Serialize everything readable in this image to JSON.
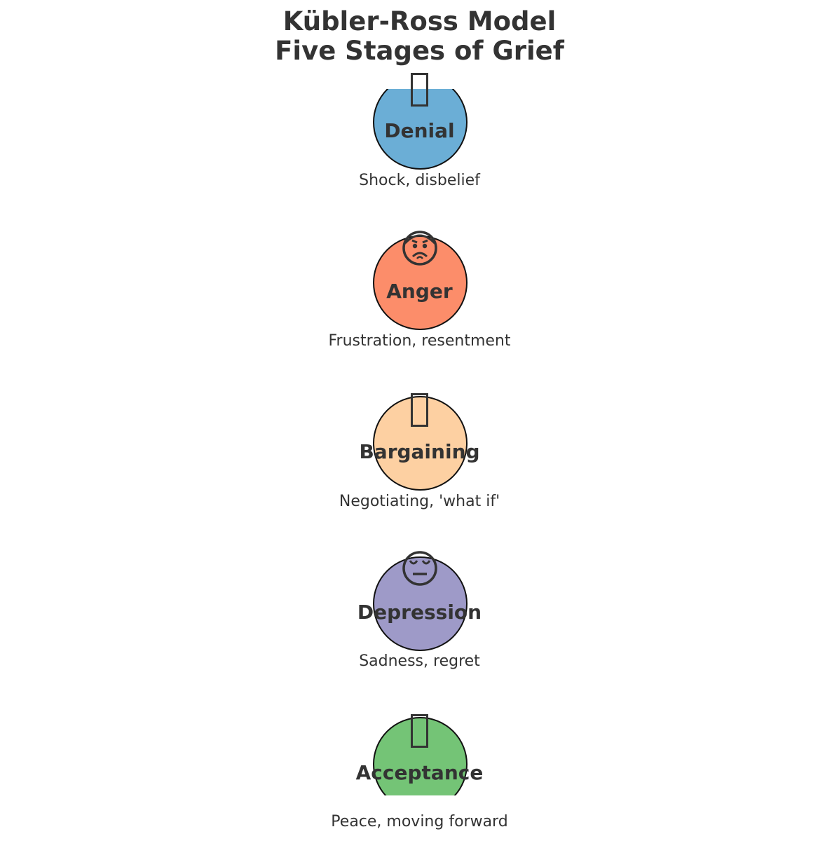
{
  "title": {
    "line1": "Kübler-Ross Model",
    "line2": "Five Stages of Grief"
  },
  "stages": [
    {
      "name": "Denial",
      "description": "Shock, disbelief",
      "color": "#6baed6",
      "icon": "missing-glyph-box"
    },
    {
      "name": "Anger",
      "description": "Frustration, resentment",
      "color": "#fc8d6a",
      "icon": "angry-face"
    },
    {
      "name": "Bargaining",
      "description": "Negotiating, 'what if'",
      "color": "#fdd0a2",
      "icon": "missing-glyph-box"
    },
    {
      "name": "Depression",
      "description": "Sadness, regret",
      "color": "#9e9ac8",
      "icon": "expressionless-face"
    },
    {
      "name": "Acceptance",
      "description": "Peace, moving forward",
      "color": "#74c476",
      "icon": "missing-glyph-box"
    }
  ]
}
